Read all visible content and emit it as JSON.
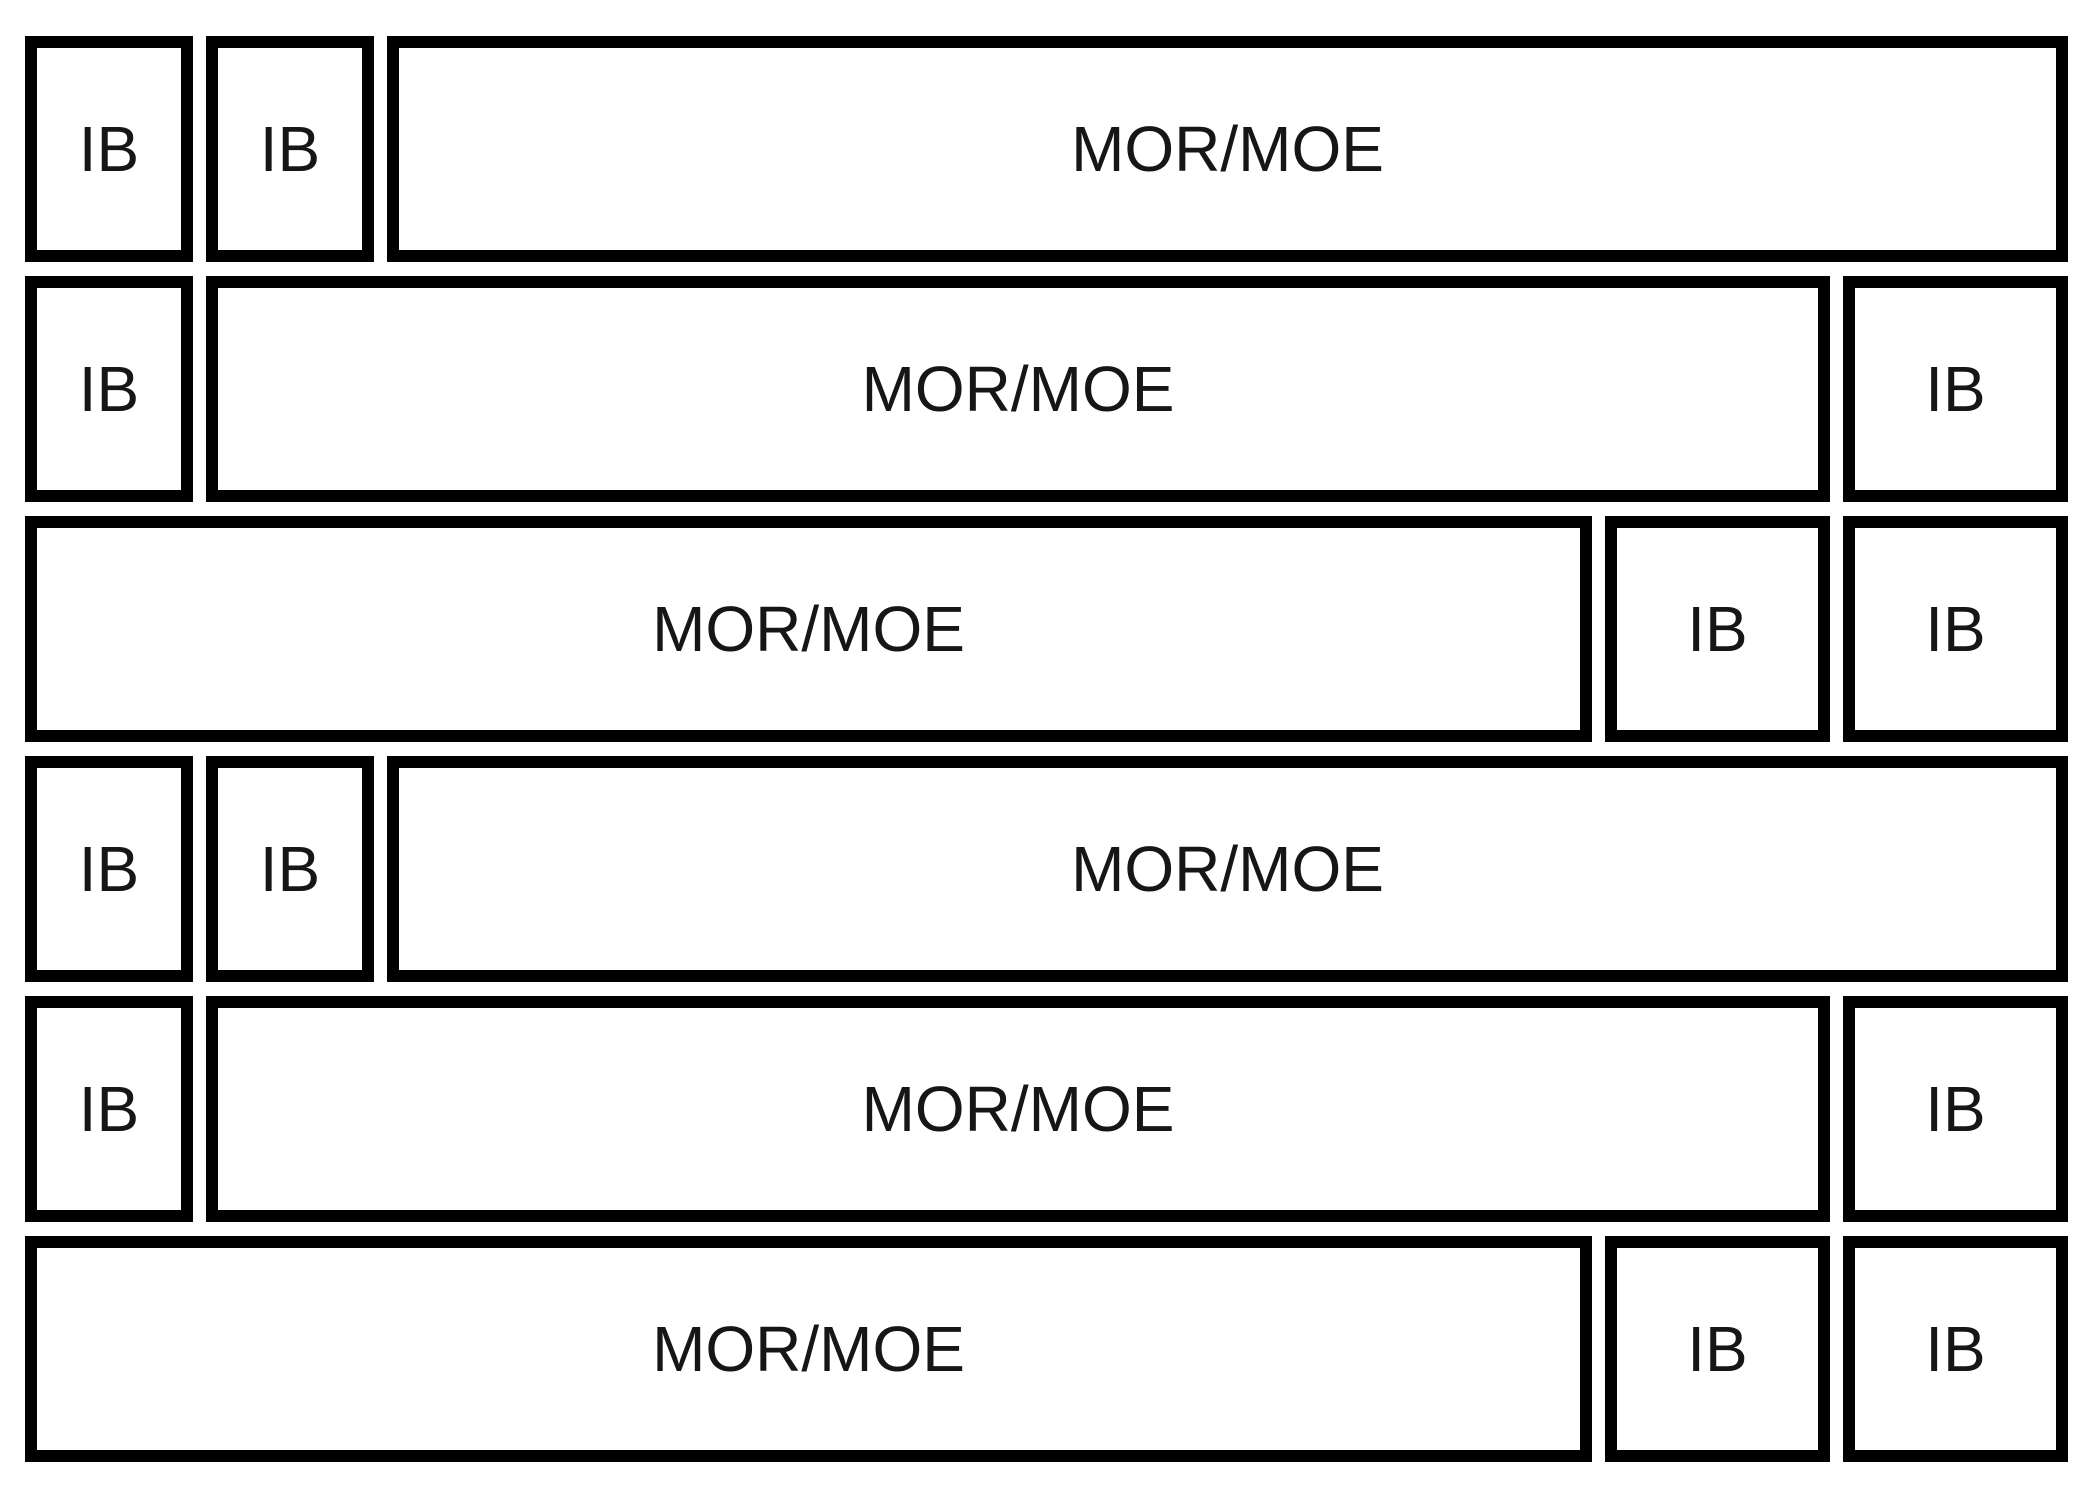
{
  "diagram": {
    "background_color": "#ffffff",
    "box_border_color": "#000000",
    "text_color": "#161616",
    "labels": {
      "ib": "IB",
      "mor_moe": "MOR/MOE"
    },
    "rows": [
      {
        "pattern": "ib-ib-mor",
        "cells": [
          {
            "type": "ib-left",
            "label": "IB"
          },
          {
            "type": "ib-left",
            "label": "IB"
          },
          {
            "type": "mor",
            "label": "MOR/MOE"
          }
        ]
      },
      {
        "pattern": "ib-mor-ib",
        "cells": [
          {
            "type": "ib-left",
            "label": "IB"
          },
          {
            "type": "mor",
            "label": "MOR/MOE"
          },
          {
            "type": "ib-right",
            "label": "IB"
          }
        ]
      },
      {
        "pattern": "mor-ib-ib",
        "cells": [
          {
            "type": "mor",
            "label": "MOR/MOE"
          },
          {
            "type": "ib-right",
            "label": "IB"
          },
          {
            "type": "ib-right",
            "label": "IB"
          }
        ]
      },
      {
        "pattern": "ib-ib-mor",
        "cells": [
          {
            "type": "ib-left",
            "label": "IB"
          },
          {
            "type": "ib-left",
            "label": "IB"
          },
          {
            "type": "mor",
            "label": "MOR/MOE"
          }
        ]
      },
      {
        "pattern": "ib-mor-ib",
        "cells": [
          {
            "type": "ib-left",
            "label": "IB"
          },
          {
            "type": "mor",
            "label": "MOR/MOE"
          },
          {
            "type": "ib-right",
            "label": "IB"
          }
        ]
      },
      {
        "pattern": "mor-ib-ib",
        "cells": [
          {
            "type": "mor",
            "label": "MOR/MOE"
          },
          {
            "type": "ib-right",
            "label": "IB"
          },
          {
            "type": "ib-right",
            "label": "IB"
          }
        ]
      }
    ]
  }
}
